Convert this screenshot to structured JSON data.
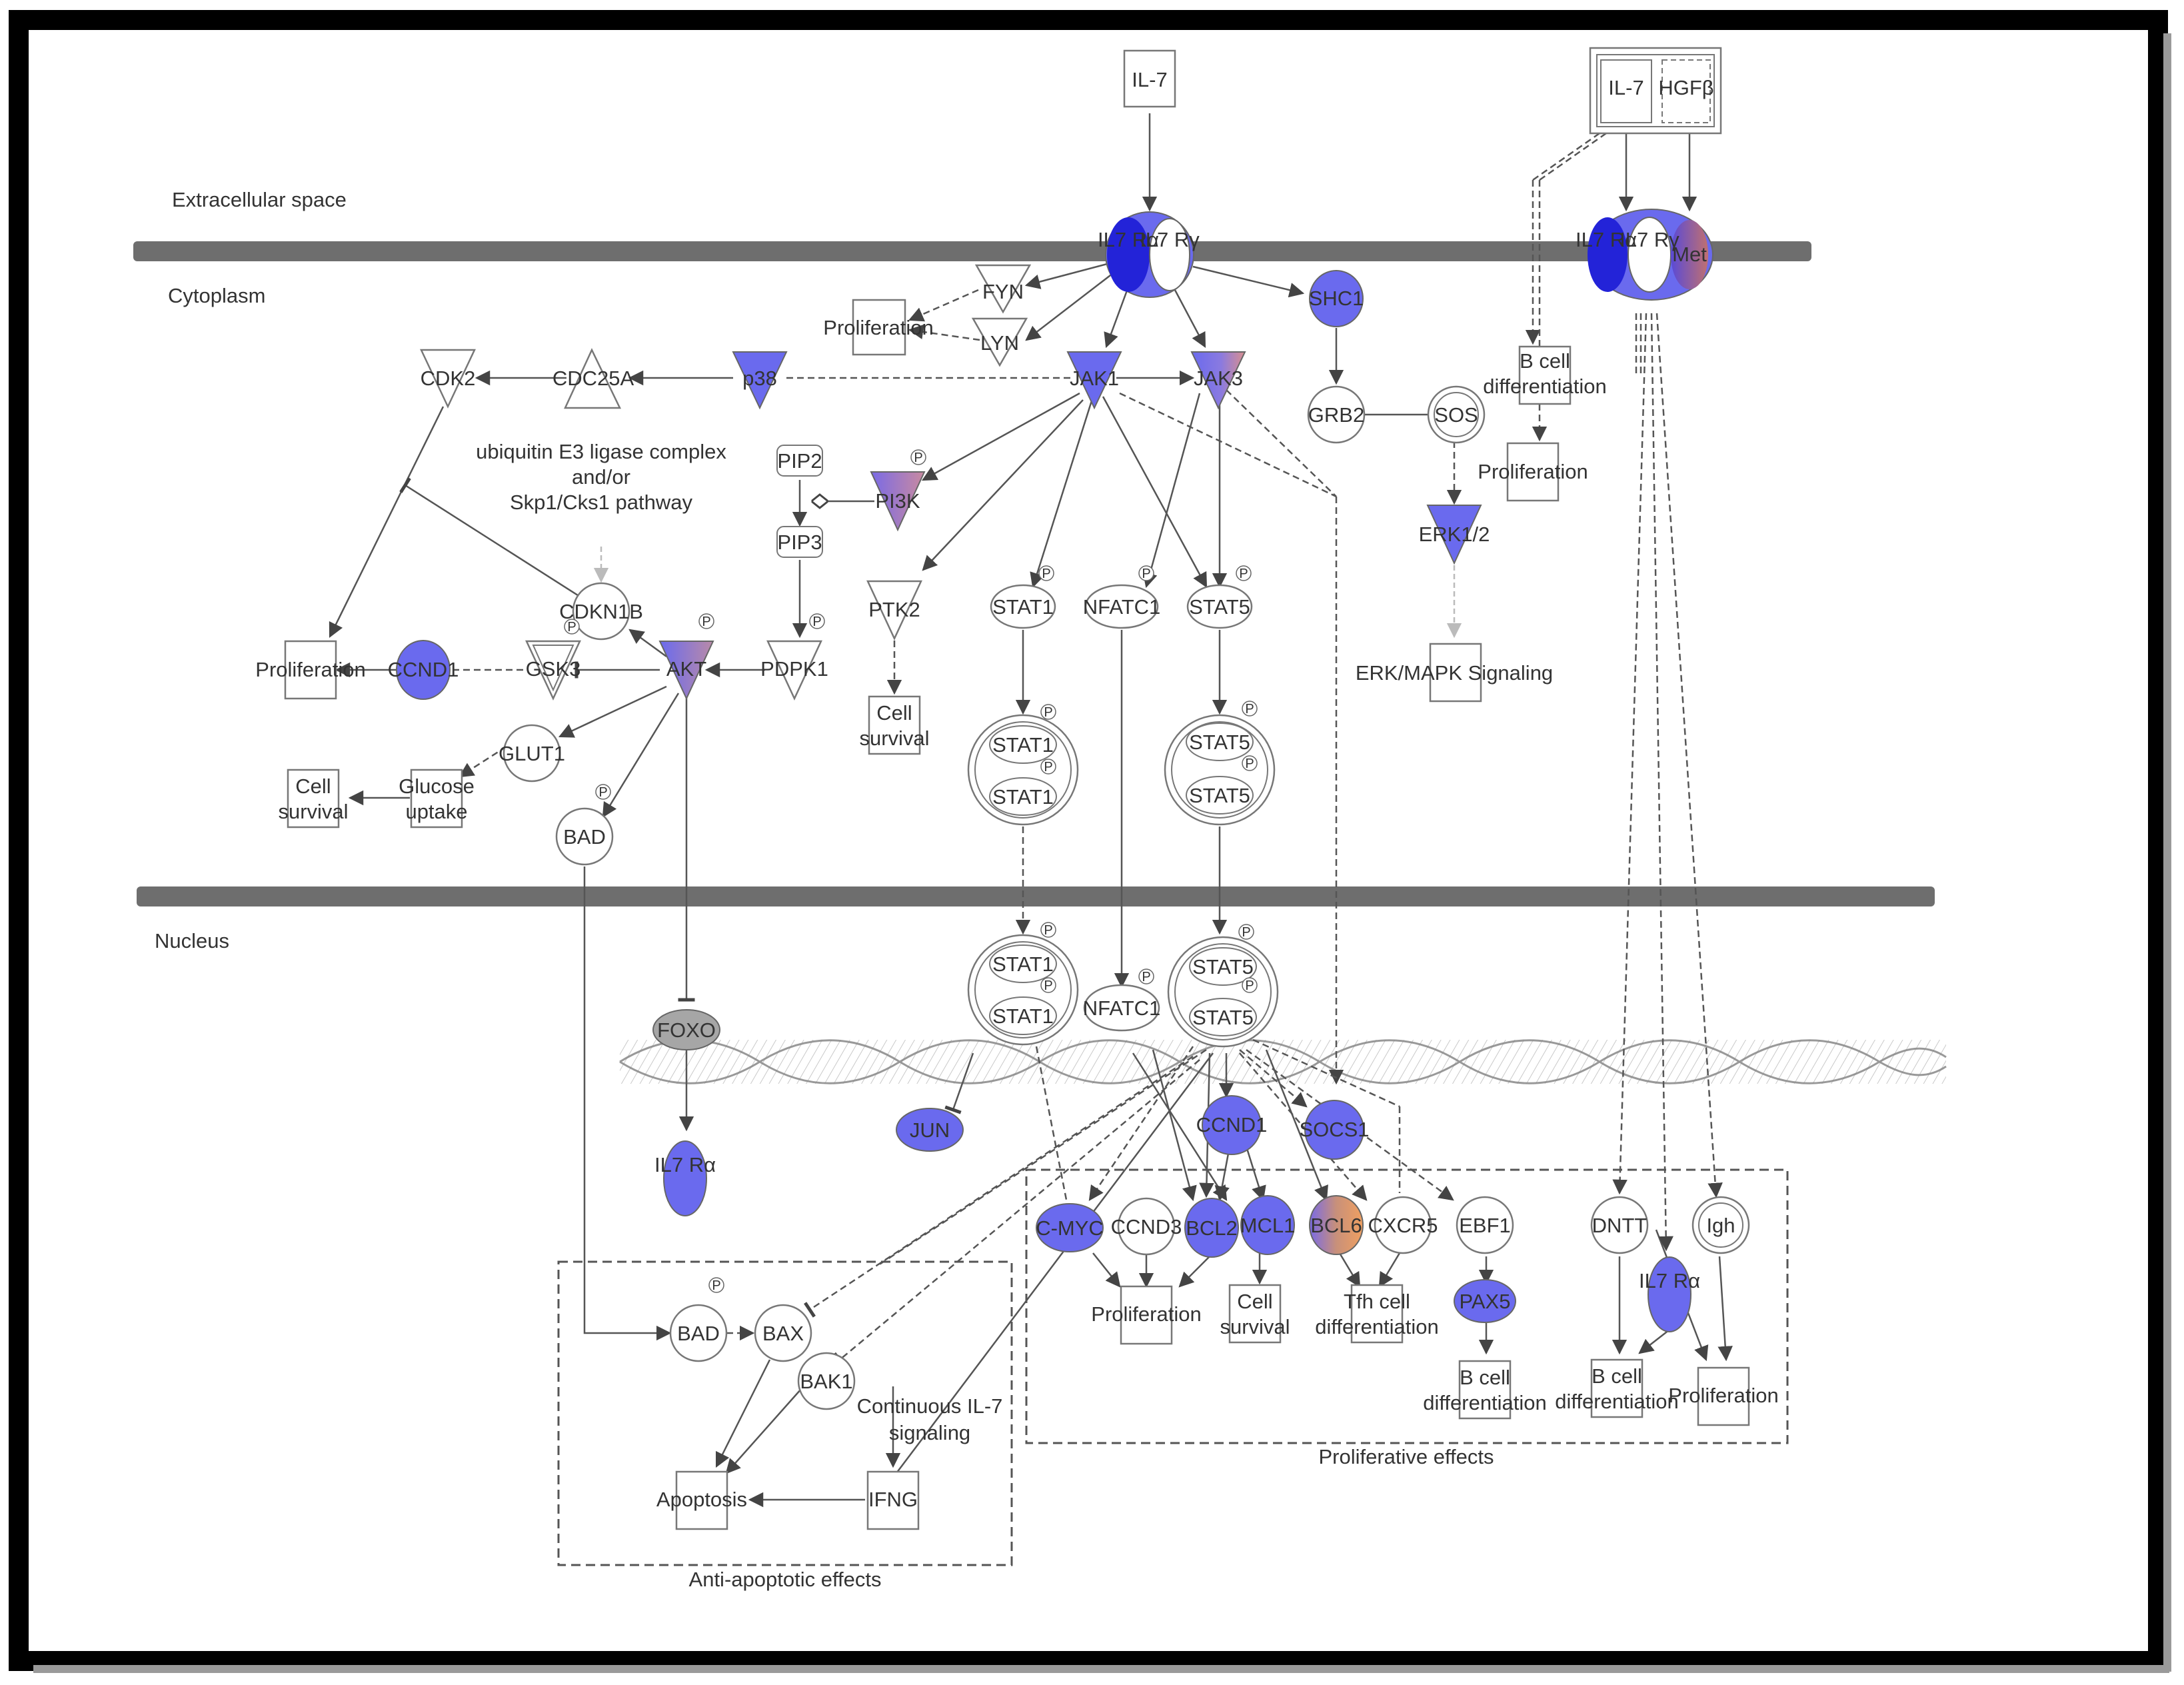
{
  "colors": {
    "blue": "#6a6aee",
    "dark_blue": "#2323d8",
    "orange": "#e99a5e",
    "gray": "#a6a6a6",
    "membrane": "#6e6e6e"
  },
  "regions": {
    "extracellular": "Extracellular space",
    "cytoplasm": "Cytoplasm",
    "nucleus": "Nucleus"
  },
  "labels": {
    "il7_top": "IL-7",
    "il7_right": "IL-7",
    "hgfb": "HGFβ",
    "il7ra": "IL7 Rα",
    "il7ry": "IL7 Rγ",
    "met": "Met",
    "fyn": "FYN",
    "lyn": "LYN",
    "shc1": "SHC1",
    "jak1": "JAK1",
    "jak3": "JAK3",
    "p38": "p38",
    "cdc25a": "CDC25A",
    "cdk2": "CDK2",
    "grb2": "GRB2",
    "sos": "SOS",
    "erk": "ERK1/2",
    "erk_signaling": "ERK/MAPK Signaling",
    "ubiquitin": "ubiquitin E3 ligase complex",
    "ubiquitin2": "and/or",
    "ubiquitin3": "Skp1/Cks1 pathway",
    "pip2": "PIP2",
    "pip3": "PIP3",
    "pi3k": "PI3K",
    "pdpk1": "PDPK1",
    "ptk2": "PTK2",
    "akt": "AKT",
    "gsk3": "GSK3",
    "ccnd1": "CCND1",
    "cdkn1b": "CDKN1B",
    "glut1": "GLUT1",
    "bad": "BAD",
    "glucose": "Glucose",
    "uptake": "uptake",
    "cell": "Cell",
    "survival": "survival",
    "proliferation": "Proliferation",
    "stat1": "STAT1",
    "stat5": "STAT5",
    "nfatc1": "NFATC1",
    "bcell": "B cell",
    "differentiation": "differentiation",
    "foxo": "FOXO",
    "jun": "JUN",
    "socs1": "SOCS1",
    "cmyc": "C-MYC",
    "ccnd3": "CCND3",
    "bcl2": "BCL2",
    "mcl1": "MCL1",
    "bcl6": "BCL6",
    "cxcr5": "CXCR5",
    "ebf1": "EBF1",
    "pax5": "PAX5",
    "dntt": "DNTT",
    "igh": "Igh",
    "tfh": "Tfh cell",
    "bax": "BAX",
    "bak1": "BAK1",
    "apoptosis": "Apoptosis",
    "ifng": "IFNG",
    "continuous": "Continuous IL-7",
    "signaling": "signaling",
    "anti_apoptotic": "Anti-apoptotic effects",
    "proliferative": "Proliferative effects",
    "p": "P"
  }
}
